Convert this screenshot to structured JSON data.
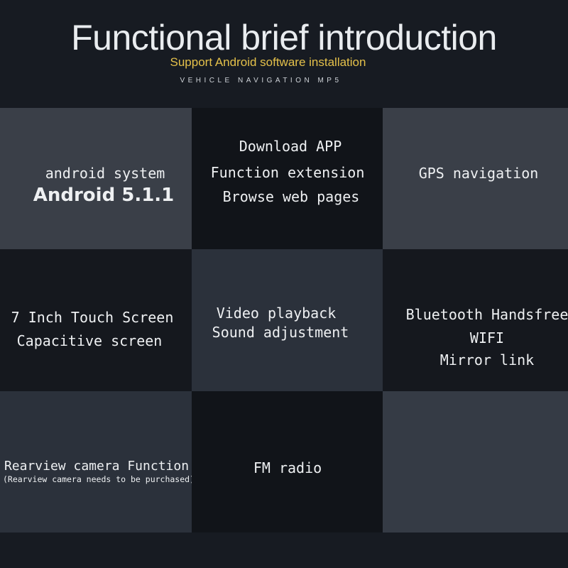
{
  "header": {
    "title": "Functional brief introduction",
    "subtitle": "Support Android software installation",
    "tagline": "VEHICLE NAVIGATION MP5"
  },
  "features": {
    "android": {
      "label": "android system",
      "version": "Android 5.1.1"
    },
    "app": {
      "line1": "Download APP",
      "line2": "Function extension",
      "line3": "Browse web pages"
    },
    "gps": {
      "label": "GPS navigation"
    },
    "screen": {
      "line1": "7 Inch Touch Screen",
      "line2": "Capacitive screen"
    },
    "media": {
      "line1": "Video playback",
      "line2": "Sound adjustment"
    },
    "wireless": {
      "line1": "Bluetooth Handsfree",
      "line2": "WIFI",
      "line3": "Mirror link"
    },
    "camera": {
      "line1": "Rearview camera Function",
      "note": "(Rearview camera needs to be purchased)"
    },
    "radio": {
      "label": "FM radio"
    }
  },
  "colors": {
    "title": "#e9ecef",
    "subtitle": "#e4c04a",
    "background": "#171b22"
  }
}
